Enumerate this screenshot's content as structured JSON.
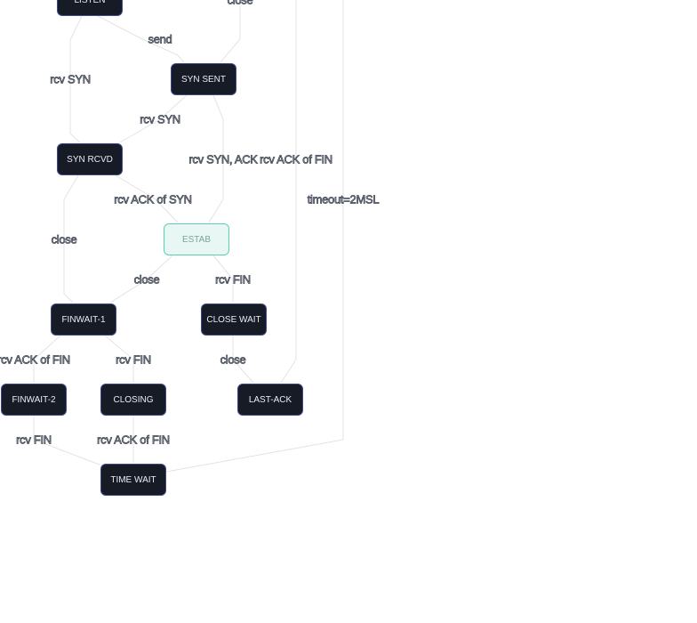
{
  "nodes": {
    "listen": "LISTEN",
    "syn_sent": "SYN SENT",
    "syn_rcvd": "SYN RCVD",
    "estab": "ESTAB",
    "finwait1": "FINWAIT-1",
    "close_wait": "CLOSE WAIT",
    "finwait2": "FINWAIT-2",
    "closing": "CLOSING",
    "last_ack": "LAST-ACK",
    "time_wait": "TIME WAIT"
  },
  "edges": {
    "close_top": "close",
    "send": "send",
    "rcv_syn_1": "rcv SYN",
    "rcv_syn_2": "rcv SYN",
    "rcv_syn_ack": "rcv SYN, ACK",
    "rcv_ack_fin_top": "rcv ACK of FIN",
    "rcv_ack_syn": "rcv ACK of SYN",
    "timeout": "timeout=2MSL",
    "close_left": "close",
    "close_mid": "close",
    "rcv_fin_estab": "rcv FIN",
    "rcv_ack_fin_left": "rcv ACK of FIN",
    "rcv_fin_fw1": "rcv FIN",
    "close_cw": "close",
    "rcv_fin_fw2": "rcv FIN",
    "rcv_ack_fin_closing": "rcv ACK of FIN"
  }
}
